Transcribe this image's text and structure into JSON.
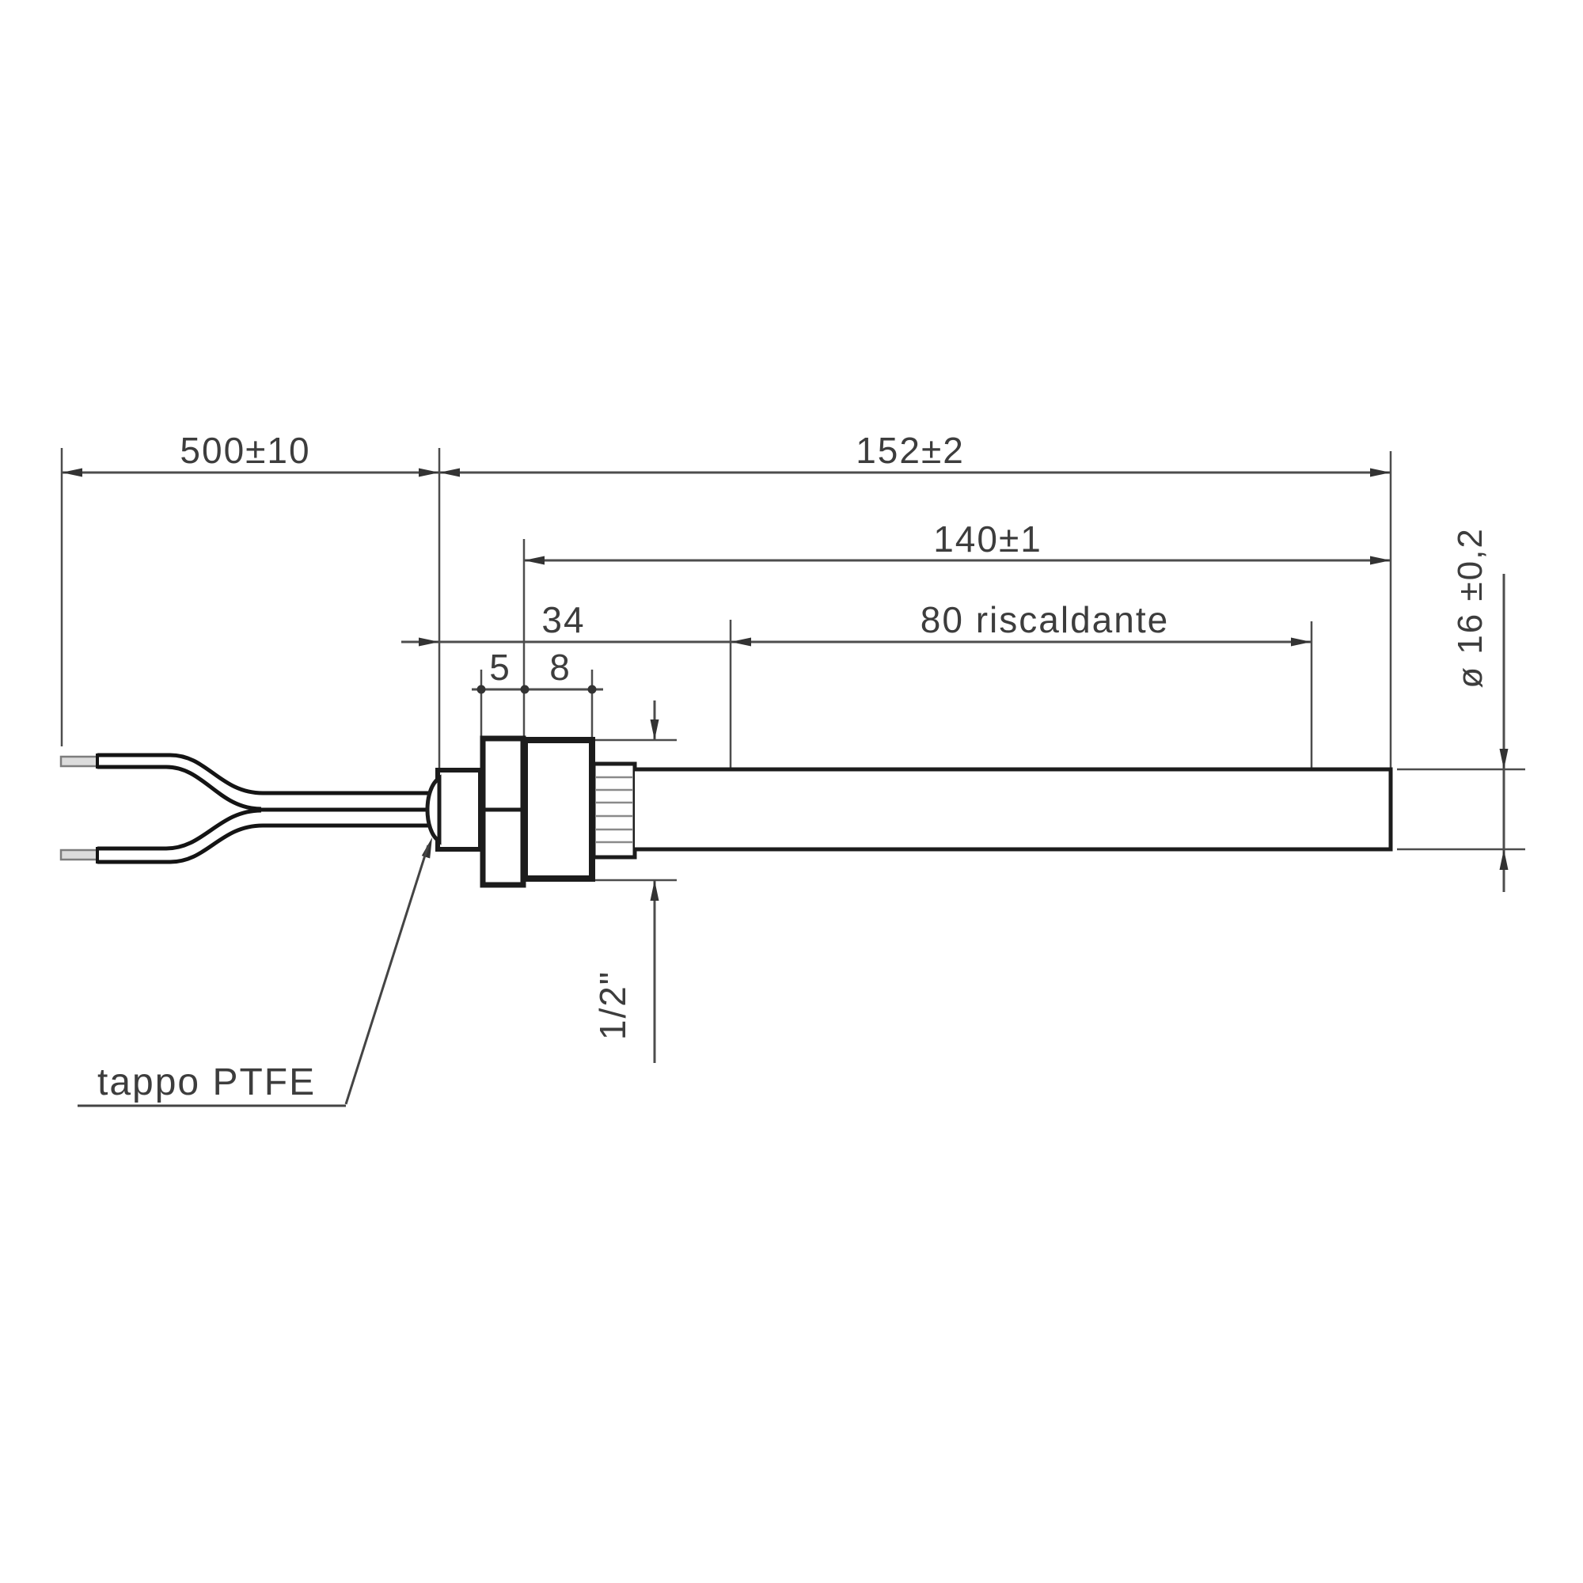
{
  "labels": {
    "cable_length": "500±10",
    "overall_length": "152±2",
    "sheath_length": "140±1",
    "cold_zone": "34",
    "heated_zone": "80 riscaldante",
    "nut_thickness": "5",
    "flange_thickness": "8",
    "diameter": "ø 16 ±0,2",
    "thread_size": "1/2\"",
    "plug_note": "tappo PTFE"
  },
  "colors": {
    "outline": "#1c1c1c",
    "dimension": "#4d4d4d",
    "text": "#3d3d3d",
    "thread": "#8a8a8a",
    "background": "#ffffff"
  }
}
